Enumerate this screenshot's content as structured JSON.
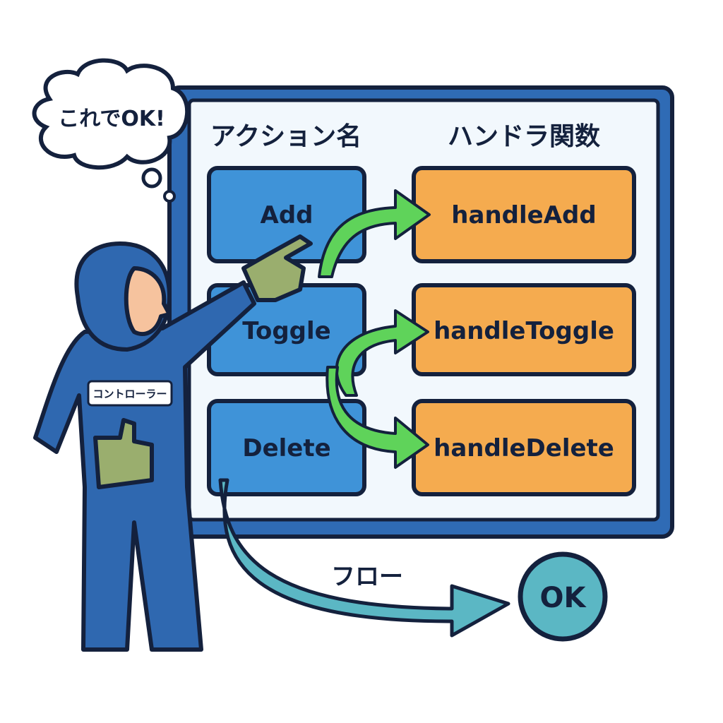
{
  "thought_bubble": {
    "text": "これでOK!"
  },
  "board": {
    "header_actions": "アクション名",
    "header_handlers": "ハンドラ関数",
    "rows": [
      {
        "action": "Add",
        "handler": "handleAdd"
      },
      {
        "action": "Toggle",
        "handler": "handleToggle"
      },
      {
        "action": "Delete",
        "handler": "handleDelete"
      }
    ]
  },
  "character": {
    "badge": "コントローラー"
  },
  "flow": {
    "label": "フロー",
    "result": "OK"
  },
  "colors": {
    "outline": "#14213d",
    "frame": "#2f6bb5",
    "panel": "#f2f8fd",
    "action": "#3f93d8",
    "handler": "#f5ab4f",
    "arrow_green": "#5fd35a",
    "flow_teal": "#5bb7c4",
    "suit": "#2f68b0",
    "glove": "#9aae6e",
    "skin": "#f6c39e"
  }
}
